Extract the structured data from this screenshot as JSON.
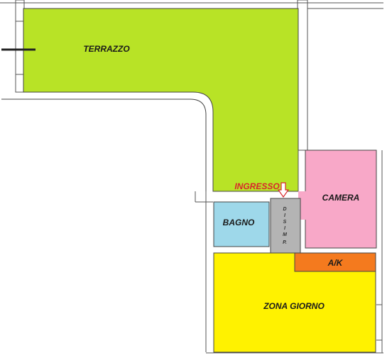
{
  "rooms": {
    "terrazzo": "TERRAZZO",
    "camera": "CAMERA",
    "bagno": "BAGNO",
    "ak": "A/K",
    "zona_giorno": "ZONA GIORNO",
    "disimpegno": [
      "D",
      "I",
      "S",
      "I",
      "M",
      "P."
    ]
  },
  "entrance": {
    "label": "INGRESSO"
  },
  "colors": {
    "terrazzo": "#b8e326",
    "camera": "#f8a8c8",
    "bagno": "#9ed8ea",
    "ak": "#f47a1e",
    "zona_giorno": "#fff200",
    "disimpegno": "#b4b4b4",
    "entrance": "#d8262b",
    "wall": "#ffffff",
    "line": "#555555"
  }
}
